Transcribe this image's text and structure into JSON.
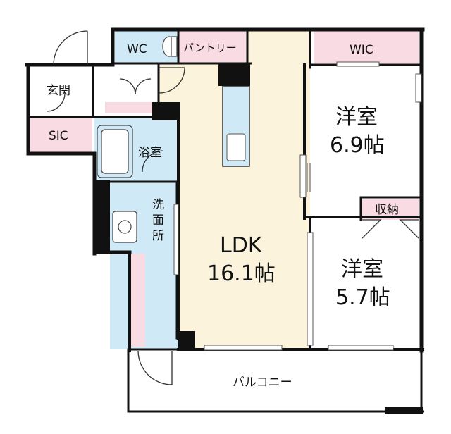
{
  "colors": {
    "ldk": "#fbf3dc",
    "wet": "#cfe9f6",
    "storage": "#f9dbe3",
    "room": "#ffffff",
    "wall": "#111111"
  },
  "rooms": {
    "wc": {
      "label": "WC"
    },
    "pantry": {
      "label": "パントリー"
    },
    "wic": {
      "label": "WIC"
    },
    "genkan": {
      "label": "玄関"
    },
    "sic": {
      "label": "SIC"
    },
    "bath": {
      "label": "浴室"
    },
    "washroom": {
      "label_lines": [
        "洗",
        "面",
        "所"
      ]
    },
    "ldk": {
      "name": "LDK",
      "size": "16.1帖"
    },
    "bedroom1": {
      "name": "洋室",
      "size": "6.9帖"
    },
    "closet": {
      "label": "収納"
    },
    "bedroom2": {
      "name": "洋室",
      "size": "5.7帖"
    },
    "balcony": {
      "label": "バルコニー"
    }
  }
}
